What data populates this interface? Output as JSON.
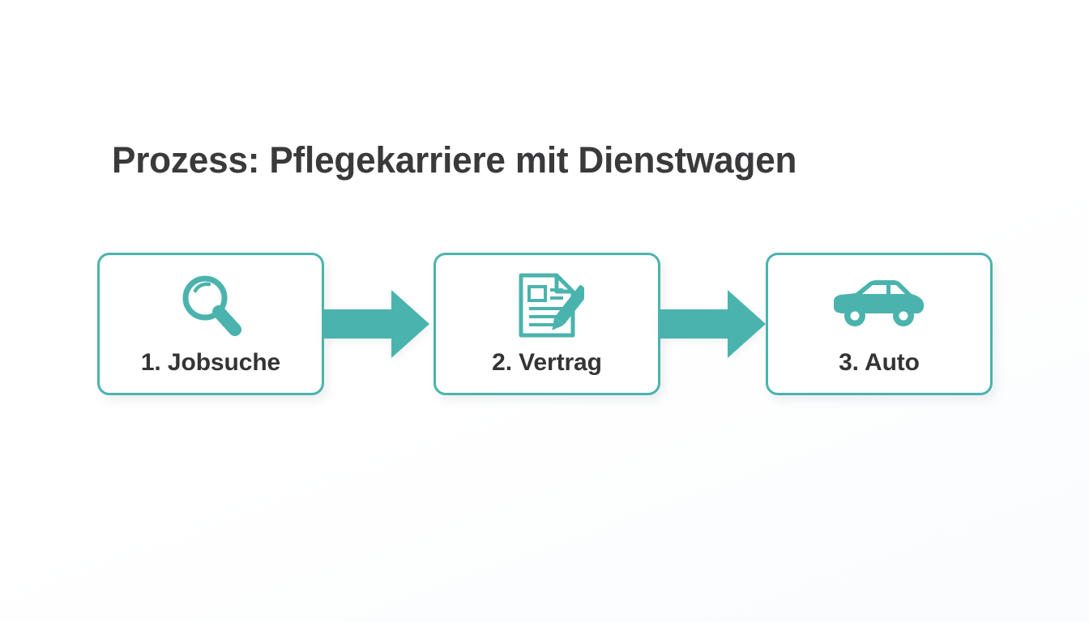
{
  "page": {
    "title": "Prozess: Pflegekarriere mit Dienstwagen",
    "background_color": "#ffffff",
    "accent_color": "#4bb3ae",
    "text_color": "#343436",
    "title_color": "#3a3a3c"
  },
  "flow": {
    "steps": [
      {
        "label": "1. Jobsuche",
        "icon": "magnifier-icon"
      },
      {
        "label": "2. Vertrag",
        "icon": "document-pencil-icon"
      },
      {
        "label": "3. Auto",
        "icon": "car-icon"
      }
    ],
    "connectors": [
      {
        "icon": "arrow-right-icon"
      },
      {
        "icon": "arrow-right-icon"
      }
    ]
  }
}
